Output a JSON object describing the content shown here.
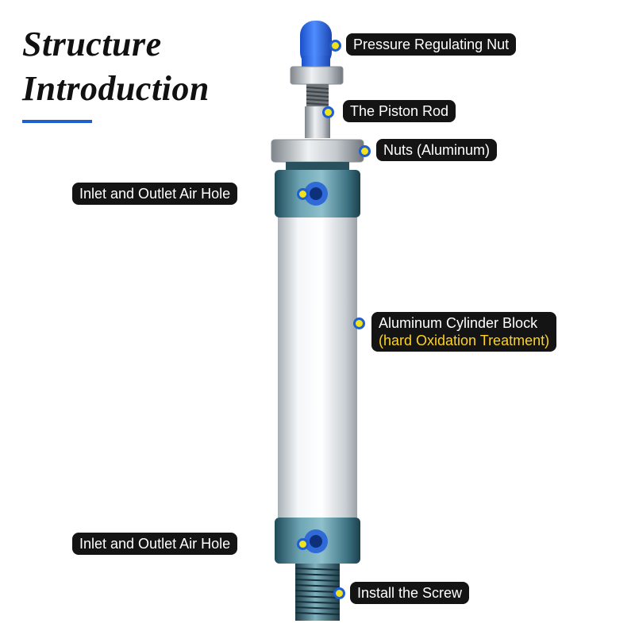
{
  "title": {
    "line1": "Structure",
    "line2": "Introduction"
  },
  "colors": {
    "accent_blue": "#1f5fd0",
    "label_bg": "#141414",
    "dot_yellow": "#f2e21c",
    "highlight_yellow": "#ffd21c",
    "cap_blue": "#2f6df0",
    "end_teal": "#3f7d8e"
  },
  "labels": [
    {
      "id": "pressure-nut",
      "text": "Pressure Regulating Nut"
    },
    {
      "id": "piston-rod",
      "text": "The Piston Rod"
    },
    {
      "id": "nuts",
      "text": "Nuts (Aluminum)"
    },
    {
      "id": "air-hole-top",
      "text": "Inlet and Outlet Air Hole"
    },
    {
      "id": "cylinder-block",
      "text": "Aluminum Cylinder Block",
      "sub": "(hard Oxidation Treatment)"
    },
    {
      "id": "air-hole-bottom",
      "text": "Inlet and Outlet Air Hole"
    },
    {
      "id": "install-screw",
      "text": "Install the Screw"
    }
  ]
}
